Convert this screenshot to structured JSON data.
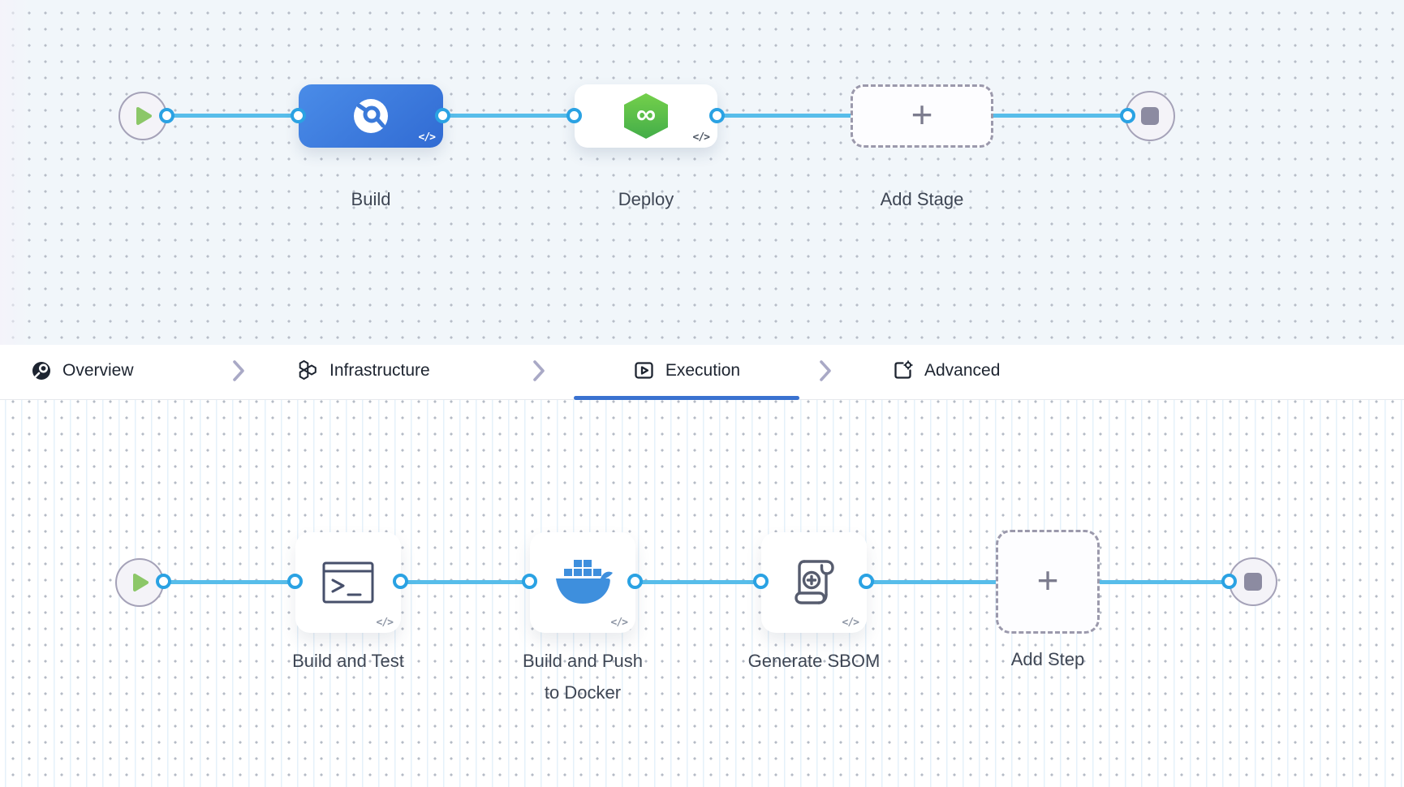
{
  "stage_pipeline": {
    "stages": [
      {
        "label": "Build",
        "icon": "ci-build-icon",
        "code_badge": "</>"
      },
      {
        "label": "Deploy",
        "icon": "cd-deploy-icon",
        "code_badge": "</>"
      },
      {
        "label": "Add Stage",
        "icon": "plus-icon",
        "placeholder": true
      }
    ]
  },
  "tab_bar": {
    "selected": "Execution",
    "tabs": [
      {
        "label": "Overview",
        "icon": "overview-icon"
      },
      {
        "label": "Infrastructure",
        "icon": "infrastructure-icon"
      },
      {
        "label": "Execution",
        "icon": "execution-icon"
      },
      {
        "label": "Advanced",
        "icon": "advanced-icon"
      }
    ]
  },
  "step_pipeline": {
    "steps": [
      {
        "label": "Build and Test",
        "icon": "terminal-icon",
        "code_badge": "</>"
      },
      {
        "label_line1": "Build and Push",
        "label_line2": "to Docker",
        "icon": "docker-icon",
        "code_badge": "</>"
      },
      {
        "label": "Generate SBOM",
        "icon": "sbom-scroll-icon",
        "code_badge": "</>"
      },
      {
        "label": "Add Step",
        "icon": "plus-icon",
        "placeholder": true
      }
    ]
  },
  "icons": {
    "plus": "+",
    "infinity": "∞"
  },
  "colors": {
    "connector_line": "#57bdea",
    "connector_dot_ring": "#2aa2e3",
    "stage_build_blue": "#3b79dc",
    "deploy_green": "#56c13d",
    "tab_underline_blue": "#3a72d0",
    "canvas_top_bg": "#f1f6fa",
    "canvas_bottom_bg": "#ffffff",
    "play_green": "#8cc768",
    "stop_gray": "#8c8ba1"
  }
}
